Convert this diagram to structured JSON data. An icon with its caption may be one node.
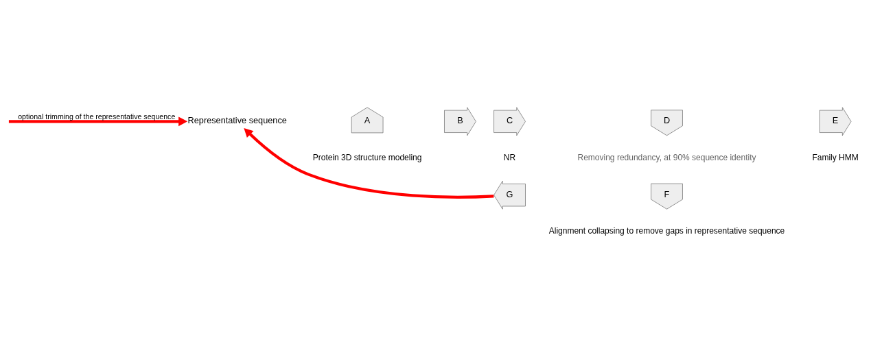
{
  "diagram": {
    "nodes": [
      {
        "text": [
          "Representative sequence"
        ]
      },
      {
        "text": [
          "A"
        ],
        "beside": [
          "Protein 3D structure modeling"
        ]
      },
      {
        "text": [
          "B"
        ]
      },
      {
        "text": [
          "C"
        ],
        "beside": [
          "NR"
        ]
      },
      {
        "text": [
          "D"
        ],
        "beside": [
          "Removing redundancy, at 90% sequence identity"
        ]
      },
      {
        "text": [
          "E"
        ],
        "beside": [
          "Family HMM"
        ]
      },
      {
        "text": [
          "F"
        ],
        "beside": [
          "Alignment collapsing to remove gaps in representative sequence"
        ]
      },
      {
        "text": [
          "G"
        ]
      }
    ],
    "edges": [
      {
        "from": null,
        "to": 0,
        "arrow": "to",
        "label": "optional trimming of the representative sequence",
        "color": "#ff0000"
      },
      {
        "from": 7,
        "to": 0,
        "arrow": "to",
        "color": "#ff0000"
      }
    ]
  }
}
